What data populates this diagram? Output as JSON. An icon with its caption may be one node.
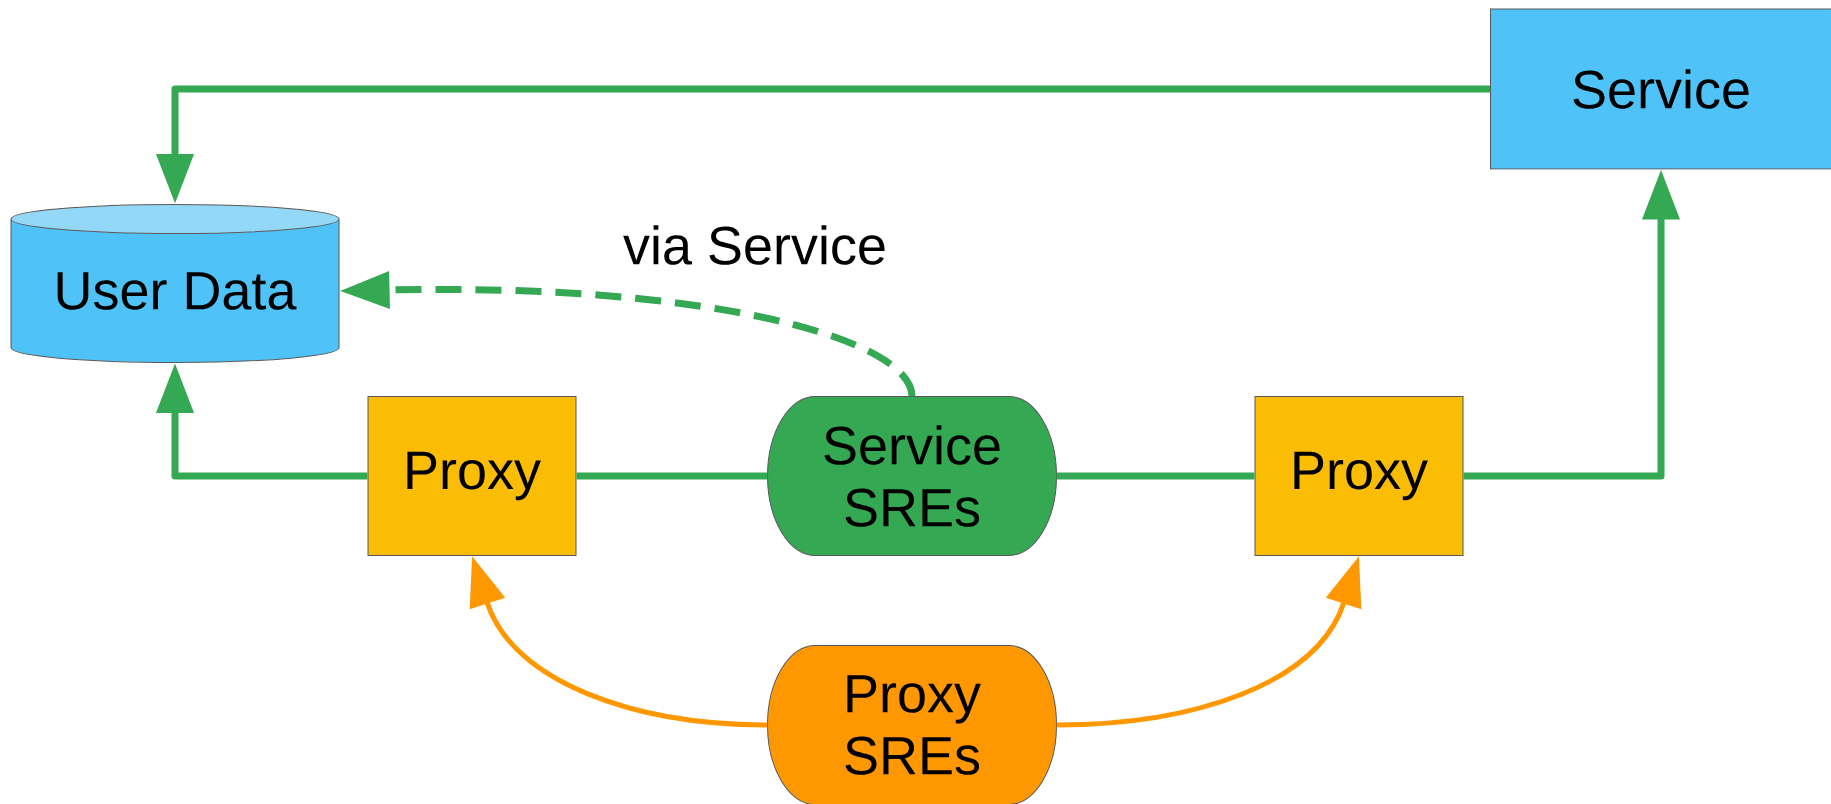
{
  "diagram": {
    "nodes": [
      {
        "text": [
          "Service"
        ]
      },
      {
        "text": [
          "User Data"
        ]
      },
      {
        "text": [
          "Proxy"
        ]
      },
      {
        "text": [
          "Service SREs"
        ]
      },
      {
        "text": [
          "Proxy"
        ]
      },
      {
        "text": [
          "Proxy SREs"
        ]
      }
    ],
    "edges": [
      {
        "from": 0,
        "to": 1,
        "arrow": "to"
      },
      {
        "from": 3,
        "to": 1,
        "arrow": "to",
        "style": "dashed",
        "label": "via Service"
      },
      {
        "from": 2,
        "to": 1,
        "arrow": "to"
      },
      {
        "from": 3,
        "to": 2,
        "arrow": "none"
      },
      {
        "from": 3,
        "to": 4,
        "arrow": "none"
      },
      {
        "from": 4,
        "to": 0,
        "arrow": "to"
      },
      {
        "from": 5,
        "to": 2,
        "arrow": "to",
        "color": "#ff9800"
      },
      {
        "from": 5,
        "to": 4,
        "arrow": "to",
        "color": "#ff9800"
      }
    ]
  }
}
